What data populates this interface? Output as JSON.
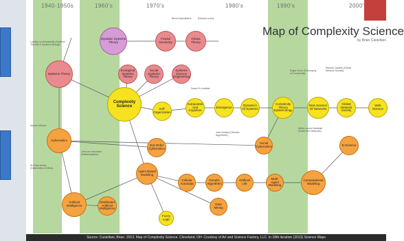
{
  "header": {
    "title": "Map of Complexity Science",
    "byline": "by Brian Castellani"
  },
  "eras": [
    "1940-1950s",
    "1960's",
    "1970's",
    "1980's",
    "1990's",
    "2000's"
  ],
  "nodes": {
    "dynamic_systems_theory": "Dynamic Systems Theory",
    "fractal_geometry": "Fractal Geometry",
    "chaos_theory": "Chaos Theory",
    "systems_theory": "Systems Theory",
    "ecological_systems_theory": "Ecological Systems Theory",
    "social_systems_theory": "Social Systems Theory",
    "systems_science_engineering": "Systems Science Engineering",
    "complexity_science": "Complexity Science",
    "self_organization": "Self-Organization",
    "autopoiesis": "Autopoiesis And Cognition",
    "emergence": "Emergence",
    "dynamics_of_systems": "Dynamics Of Systems",
    "complexity_theory_epistemology": "Complexity Theory Epistemology",
    "new_science_of_networks": "New Science Of Networks",
    "global_network_society": "Global Network Society",
    "web_science": "Web Science",
    "cybernetics": "Cybernetics",
    "second_order_cybernetics": "2nd Order Cybernetics",
    "social_cybernetics": "Social Cybernetics",
    "e_science": "E-Science",
    "artificial_intelligence": "Artificial Intelligence",
    "distributed_ai": "Distributed Artificial Intelligence",
    "agent_based_modeling": "Agent Based Modeling",
    "cellular_automata": "Cellular Automata",
    "genetic_algorithms": "Genetic Algorithms",
    "artificial_life": "Artificial Life",
    "multi_agent_modeling": "Multi-Agent Modeling",
    "computational_modeling": "Computational Modeling",
    "data_mining": "Data Mining",
    "fuzzy_logic": "Fuzzy Logic"
  },
  "notes": {
    "bertalanffy": "Ludwig von Bertalanffy (Systems Theorist & Systems Biology)",
    "wiener": "Norbert Wiener",
    "ashby": "W. Ross Ashby (Cybernetics of Mind)",
    "von_neumann": "John von Neumann (Mathematician)",
    "santa_fe": "Santa Fe Institute",
    "holland": "John Holland (Genetic Algorithms)",
    "barabasi": "Albert-Laszlo Barabasi (Scale-free Networks)",
    "castells": "Manuel Castells (Global Network Society)",
    "morin": "Edgar Morin (Philosophy of Complexity)",
    "mandelbrot": "Benoit Mandelbrot",
    "lorenz": "Edward Lorenz"
  },
  "footer": {
    "source": "Source: Castellani, Brian. 2013. Map of Complexity Science. Cleveland, OH: Courtesy of Art and Science Factory, LLC. In 18th iteration (2013) Science Maps"
  },
  "colors": {
    "era_band": "#a9d18e",
    "systems": "#e98a8e",
    "dynamics": "#d79bd6",
    "complexity": "#f6e21f",
    "computation": "#f5a240",
    "cover": "#c4403c"
  }
}
